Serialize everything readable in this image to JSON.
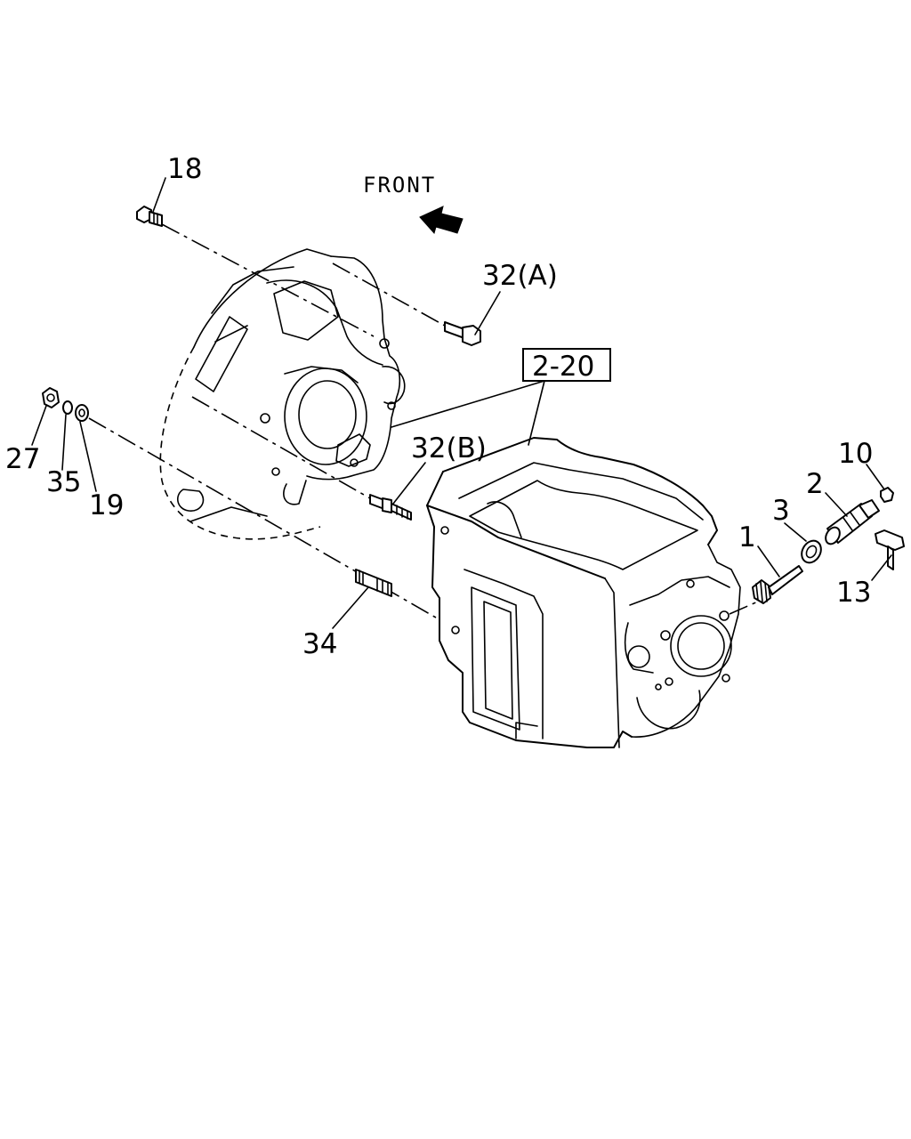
{
  "diagram": {
    "direction_label": "FRONT",
    "reference_box": "2-20",
    "callouts": {
      "c18": "18",
      "c32a": "32(A)",
      "c32b": "32(B)",
      "c27": "27",
      "c35": "35",
      "c19": "19",
      "c34": "34",
      "c1": "1",
      "c3": "3",
      "c2": "2",
      "c10": "10",
      "c13": "13"
    }
  }
}
